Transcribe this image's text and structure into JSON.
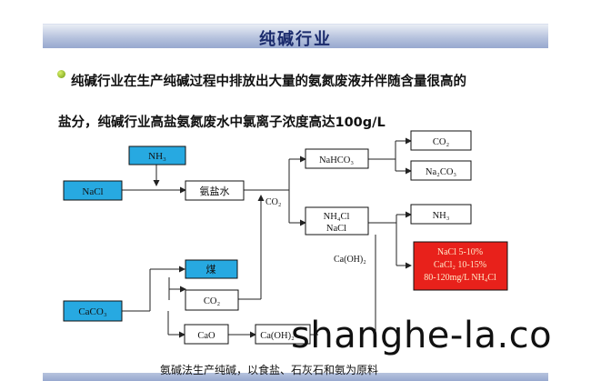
{
  "slide": {
    "title": "纯碱行业",
    "bullet_line1": "纯碱行业在生产纯碱过程中排放出大量的氨氮废液并伴随含量很高的",
    "bullet_line2": "盐分，纯碱行业高盐氨氮废水中氯离子浓度高达100g/L"
  },
  "diagram": {
    "nodes": {
      "nh3_in": "NH₃",
      "nacl_in": "NaCl",
      "ammonia_brine": "氨盐水",
      "co2_label": "CO₂",
      "nahco3": "NaHCO₃",
      "co2_out": "CO₂",
      "na2co3": "Na₂CO₃",
      "nh4cl_line1": "NH₄Cl",
      "nh4cl_line2": "NaCl",
      "nh3_out": "NH₃",
      "caoh2": "Ca(OH)₂",
      "coal": "煤",
      "co2_lower": "CO₂",
      "caco3": "CaCO₃",
      "cao": "CaO",
      "caoh2_box": "Ca(OH)₂"
    },
    "waste_box": {
      "line1": "NaCl  5-10%",
      "line2": "CaCl₂  10-15%",
      "line3": "80-120mg/L NH₄Cl"
    },
    "colors": {
      "input_fill": "#27a9e1",
      "waste_fill": "#e8211b",
      "line": "#222222"
    }
  },
  "caption": "氨碱法生产纯碱，以食盐、石灰石和氨为原料",
  "watermark": "shanghe-la.co"
}
